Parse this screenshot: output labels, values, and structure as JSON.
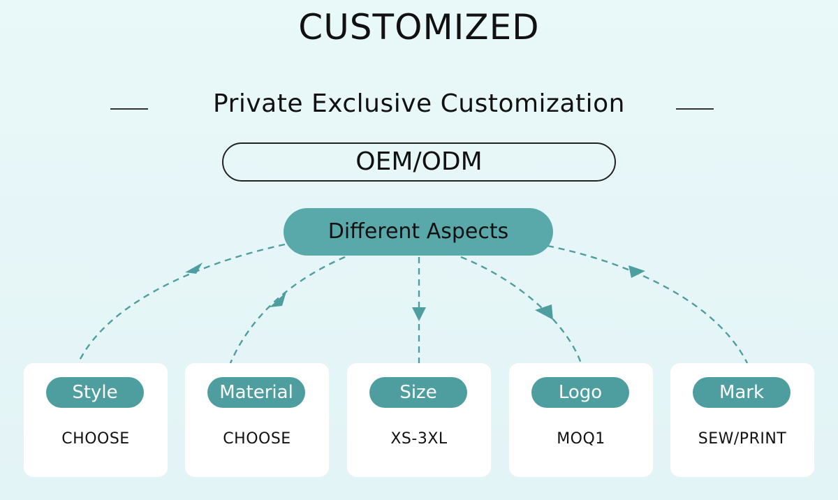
{
  "header": {
    "title": "CUSTOMIZED",
    "subtitle": "Private Exclusive Customization",
    "badge": "OEM/ODM"
  },
  "hub": {
    "label": "Different Aspects"
  },
  "cards": [
    {
      "tag": "Style",
      "value": "CHOOSE"
    },
    {
      "tag": "Material",
      "value": "CHOOSE"
    },
    {
      "tag": "Size",
      "value": "XS-3XL"
    },
    {
      "tag": "Logo",
      "value": "MOQ1"
    },
    {
      "tag": "Mark",
      "value": "SEW/PRINT"
    }
  ],
  "colors": {
    "background": "#e6f6f8",
    "accent": "#5aa9aa",
    "tag": "#4f9e9f",
    "card": "#ffffff",
    "connector": "#4f9e9f"
  }
}
